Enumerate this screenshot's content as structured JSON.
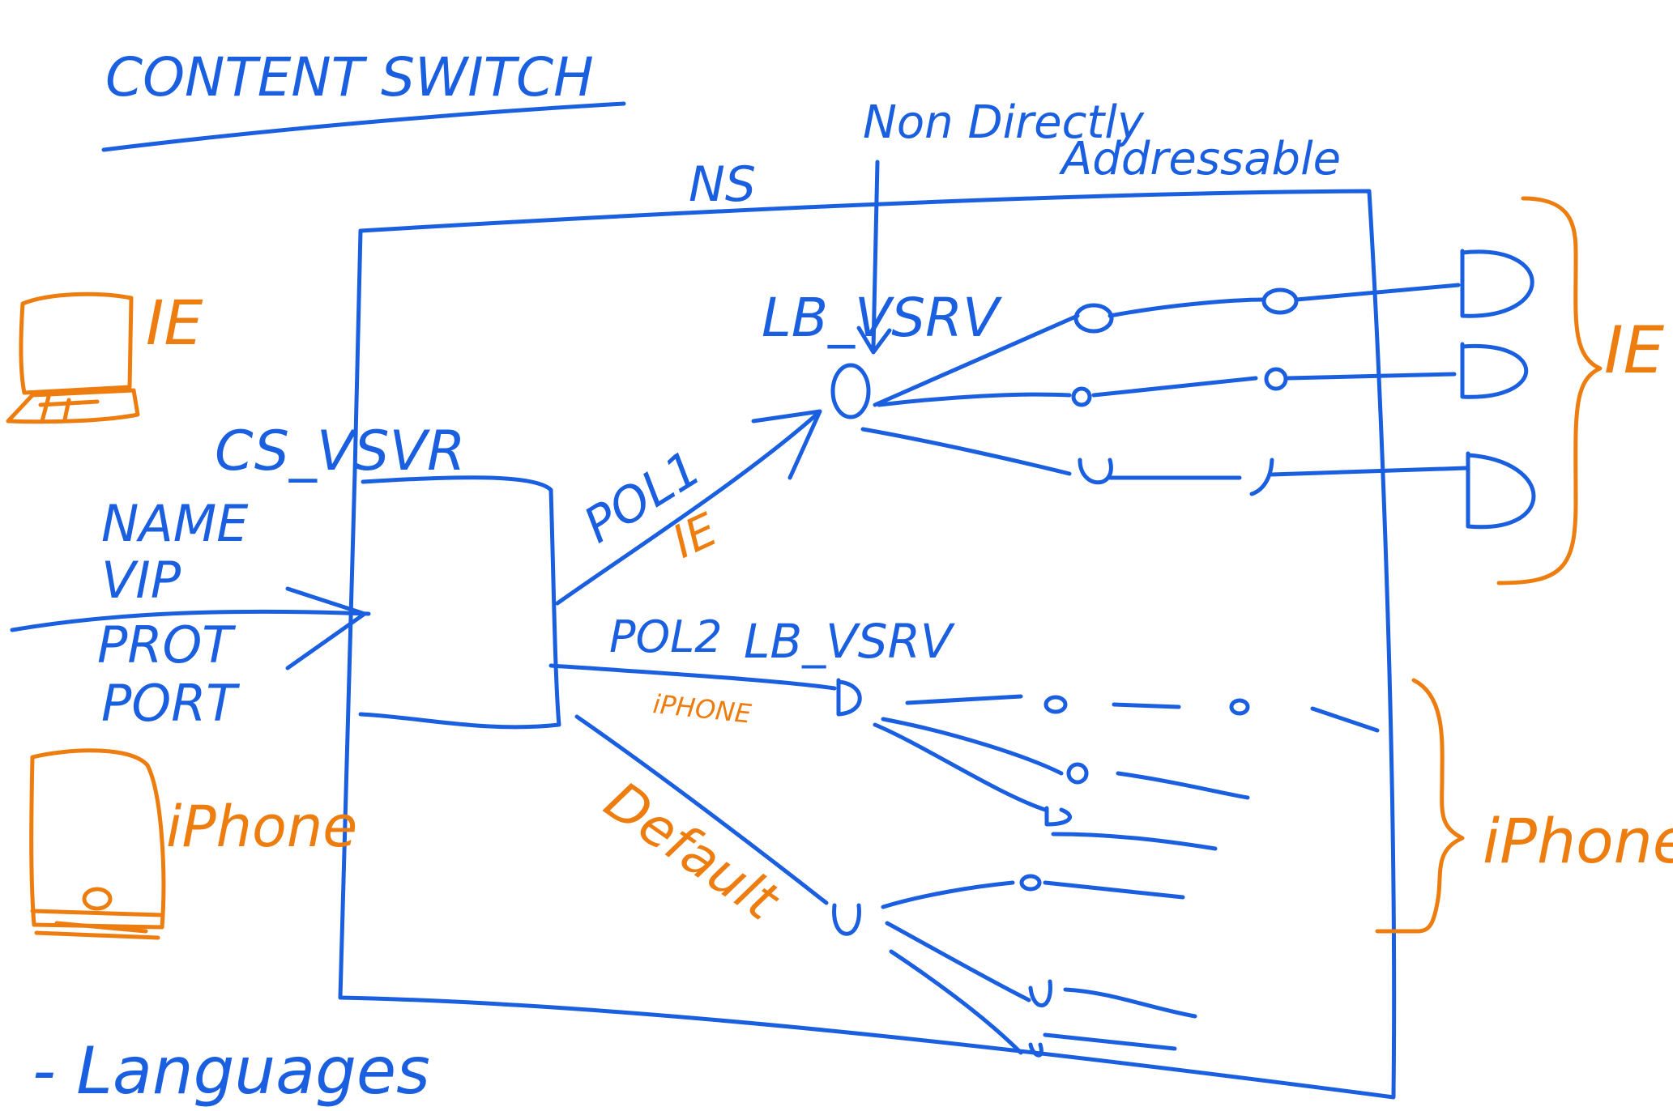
{
  "colors": {
    "blue_ink": "#1a5fe0",
    "orange_ink": "#ee7d10",
    "background": "#ffffff"
  },
  "title": "CONTENT SWITCH",
  "appliance_label": "NS",
  "annotation": {
    "line1": "Non Directly",
    "line2": "Addressable"
  },
  "cs_vserver": {
    "label": "CS_VSVR",
    "params": [
      "NAME",
      "VIP",
      "PROT",
      "PORT"
    ]
  },
  "policies": {
    "pol1": {
      "label": "POL1",
      "tag": "IE"
    },
    "pol2": {
      "label": "POL2",
      "tag": "iPHONE"
    },
    "default": {
      "label": "Default"
    }
  },
  "lb_vservers": {
    "first": "LB_VSRV",
    "second": "LB_VSRV"
  },
  "clients": {
    "ie": {
      "label": "IE",
      "icon": "laptop-icon"
    },
    "iphone": {
      "label": "iPhone",
      "icon": "phone-icon"
    }
  },
  "server_groups": {
    "ie": "IE",
    "iphone": "iPhone"
  },
  "footer": {
    "text": "- Languages"
  }
}
